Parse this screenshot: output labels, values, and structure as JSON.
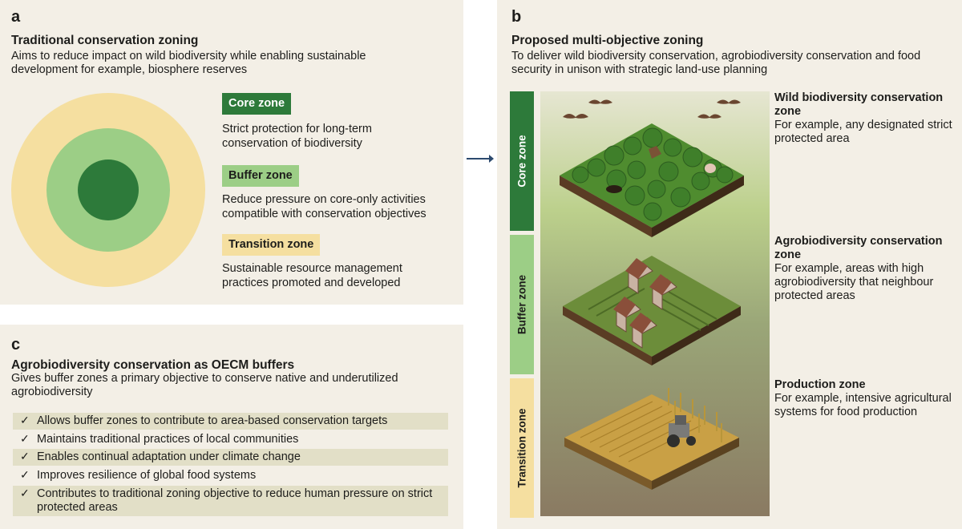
{
  "panel_a": {
    "letter": "a",
    "title": "Traditional conservation zoning",
    "subtitle": "Aims to reduce impact on wild biodiversity while enabling sustainable development for example, biosphere reserves",
    "zones": [
      {
        "label": "Core zone",
        "desc": "Strict protection for long-term conservation of biodiversity",
        "color": "#2d7a3a"
      },
      {
        "label": "Buffer zone",
        "desc": "Reduce pressure on core-only activities compatible with conservation objectives",
        "color": "#9cce86"
      },
      {
        "label": "Transition zone",
        "desc": "Sustainable resource management practices promoted and developed",
        "color": "#f5dfa0"
      }
    ]
  },
  "panel_b": {
    "letter": "b",
    "title": "Proposed multi-objective zoning",
    "subtitle": "To deliver wild biodiversity conservation, agrobiodiversity conservation and food security in unison with strategic land-use planning",
    "bars": [
      "Core zone",
      "Buffer zone",
      "Transition zone"
    ],
    "zones": [
      {
        "name": "Wild biodiversity conservation zone",
        "desc": "For example, any designated strict protected area"
      },
      {
        "name": "Agrobiodiversity conservation zone",
        "desc": "For example, areas with high agrobiodiversity that neighbour protected areas"
      },
      {
        "name": "Production zone",
        "desc": "For example, intensive agricultural systems for food production"
      }
    ]
  },
  "panel_c": {
    "letter": "c",
    "title": "Agrobiodiversity conservation as OECM buffers",
    "subtitle": "Gives buffer zones a primary objective to conserve native and underutilized agrobiodiversity",
    "check_icon": "✓",
    "items": [
      "Allows buffer zones to contribute to area-based conservation targets",
      "Maintains traditional practices of local communities",
      "Enables continual adaptation under climate change",
      "Improves resilience of global food systems",
      "Contributes to traditional zoning objective to reduce human pressure on strict protected areas"
    ]
  }
}
